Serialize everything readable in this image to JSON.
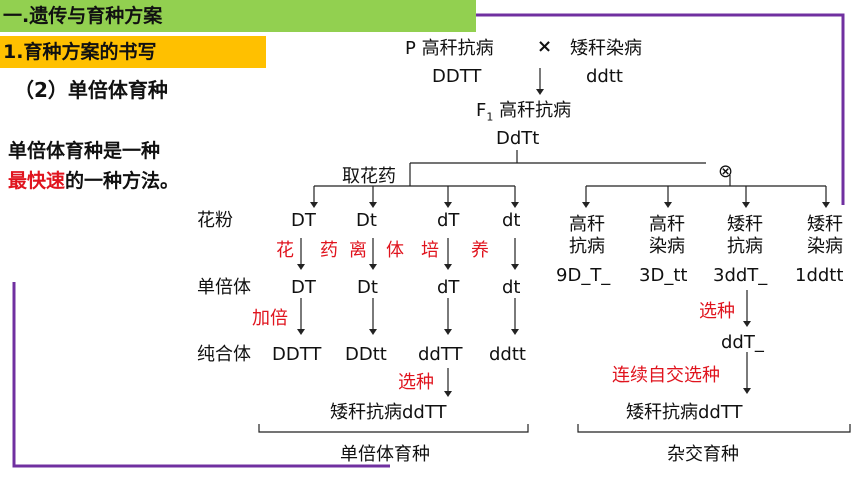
{
  "header": {
    "title": "一.遗传与育种方案",
    "subtitle": "1.育种方案的书写",
    "section": "（2）单倍体育种"
  },
  "intro": {
    "line1": "单倍体育种是一种",
    "highlight": "最快速",
    "line2_rest": "的一种方法。"
  },
  "colors": {
    "green_bar": "#92d050",
    "orange_bar": "#ffc000",
    "red_text": "#e0141e",
    "purple_frame": "#7030a0"
  },
  "parents": {
    "p_label": "P 高秆抗病",
    "cross": "×",
    "p2": "矮秆染病",
    "g1": "DDTT",
    "g2": "ddtt"
  },
  "f1": {
    "label": "F",
    "sub": "1",
    "rest": " 高秆抗病",
    "geno": "DdTt"
  },
  "branch": {
    "left": "取花药",
    "self": "⊗"
  },
  "rows": {
    "pollen": "花粉",
    "haploid": "单倍体",
    "pure": "纯合体"
  },
  "pollen": [
    "DT",
    "Dt",
    "dT",
    "dt"
  ],
  "culture": [
    "花",
    "药",
    "离",
    "体",
    "培",
    "养"
  ],
  "haploid": [
    "DT",
    "Dt",
    "dT",
    "dt"
  ],
  "double": "加倍",
  "pure": [
    "DDTT",
    "DDtt",
    "ddTT",
    "ddtt"
  ],
  "select": "选种",
  "left_result": "矮秆抗病ddTT",
  "left_method": "单倍体育种",
  "offspring": [
    {
      "a": "高秆",
      "b": "抗病",
      "g": "9D_T_"
    },
    {
      "a": "高秆",
      "b": "染病",
      "g": "3D_tt"
    },
    {
      "a": "矮秆",
      "b": "抗病",
      "g": "3ddT_"
    },
    {
      "a": "矮秆",
      "b": "染病",
      "g": "1ddtt"
    }
  ],
  "right_select": "选种",
  "right_geno": "ddT_",
  "continuous": "连续自交选种",
  "right_result": "矮秆抗病ddTT",
  "right_method": "杂交育种"
}
